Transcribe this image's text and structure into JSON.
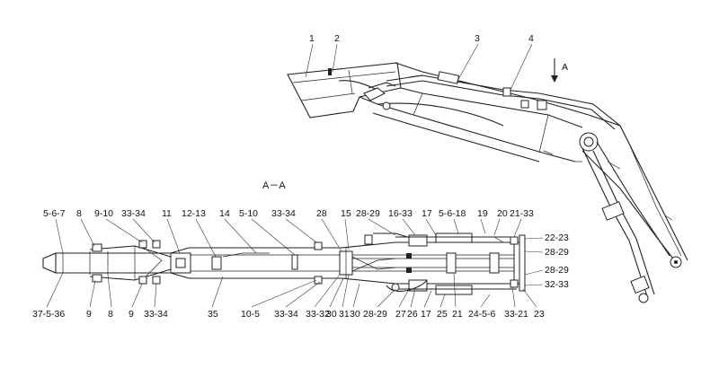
{
  "diagram": {
    "view_arrow_label": "A",
    "section_label": "A－A",
    "callouts_top": [
      "1",
      "2",
      "3",
      "4"
    ],
    "callouts_section_top": [
      "5-6-7",
      "8",
      "9-10",
      "33-34",
      "11",
      "12-13",
      "14",
      "5-10",
      "33-34",
      "28",
      "15",
      "28-29",
      "16-33",
      "17",
      "5-6-18",
      "19",
      "20",
      "21-33"
    ],
    "callouts_section_right": [
      "22-23",
      "28-29",
      "28-29",
      "32-33"
    ],
    "callouts_section_bottom": [
      "37-5-36",
      "9",
      "8",
      "9",
      "33-34",
      "35",
      "10-5",
      "33-34",
      "33-32",
      "30",
      "31",
      "30",
      "28-29",
      "27",
      "26",
      "17",
      "25",
      "21",
      "24-5-6",
      "33-21",
      "23"
    ]
  }
}
